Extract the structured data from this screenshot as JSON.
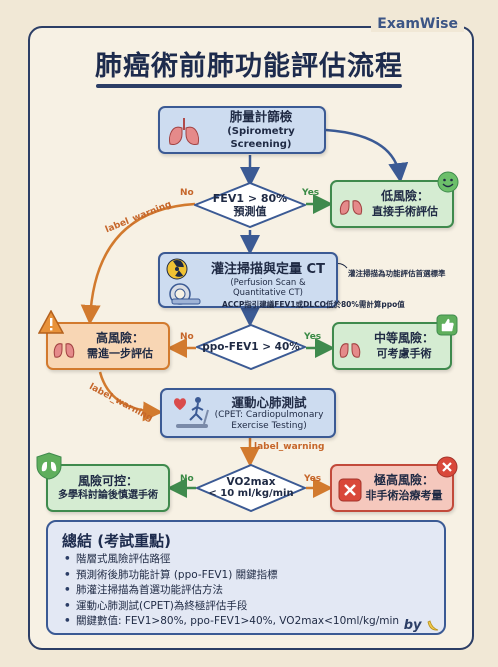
{
  "brand": "ExamWise",
  "title": "肺癌術前肺功能評估流程",
  "nodes": {
    "spirometry": {
      "line1": "肺量計篩檢",
      "line2": "(Spirometry Screening)"
    },
    "fev1": {
      "line1": "FEV1 > 80%",
      "line2": "預測值"
    },
    "low_risk": {
      "line1": "低風險：",
      "line2": "直接手術評估"
    },
    "perfusion": {
      "line1": "灌注掃描與定量 CT",
      "line2": "(Perfusion Scan &",
      "line3": "Quantitative CT)"
    },
    "ppo": {
      "line1": "ppo-FEV1 > 40%"
    },
    "high_risk": {
      "line1": "高風險：",
      "line2": "需進一步評估"
    },
    "mid_risk": {
      "line1": "中等風險：",
      "line2": "可考慮手術"
    },
    "cpet": {
      "line1": "運動心肺測試",
      "line2": "(CPET: Cardiopulmonary",
      "line3": "Exercise Testing)"
    },
    "vo2": {
      "line1": "VO2max",
      "line2": "< 10 ml/kg/min"
    },
    "controllable": {
      "line1": "風險可控：",
      "line2": "多學科討論後慎選手術"
    },
    "very_high": {
      "line1": "極高風險：",
      "line2": "非手術治療考量"
    }
  },
  "labels": {
    "yes": "Yes",
    "no": "No",
    "warning": "label_warning"
  },
  "notes": {
    "perfusion_side": "灌注掃描為功能評估首選標準",
    "accp": "ACCP指引建議FEV1或DLCO低於80%需計算ppo值"
  },
  "summary": {
    "heading": "總結 (考試重點)",
    "items": [
      "階層式風險評估路徑",
      "預測術後肺功能計算 (ppo-FEV1) 關鍵指標",
      "肺灌注掃描為首選功能評估方法",
      "運動心肺測試(CPET)為終極評估手段",
      "關鍵數值: FEV1>80%, ppo-FEV1>40%, VO2max<10ml/kg/min"
    ]
  },
  "signature": "by",
  "colors": {
    "blue": "#3b5a94",
    "green": "#3f8a4d",
    "orange": "#d27a2e",
    "red": "#c24a3b",
    "navy": "#2c3e66"
  }
}
